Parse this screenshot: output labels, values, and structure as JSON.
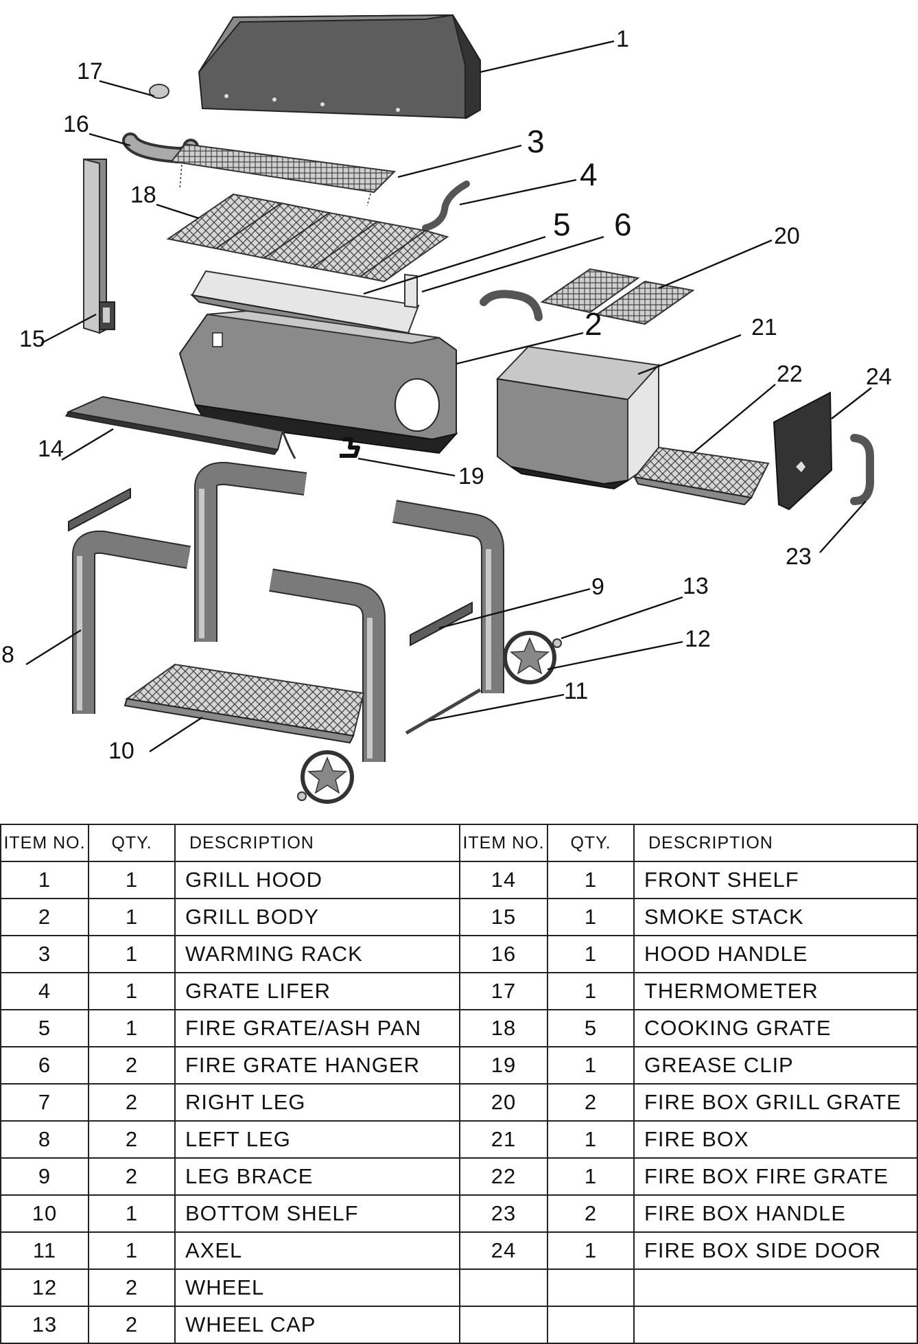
{
  "callouts": [
    "1",
    "2",
    "3",
    "4",
    "5",
    "6",
    "8",
    "9",
    "10",
    "11",
    "12",
    "13",
    "14",
    "15",
    "16",
    "17",
    "18",
    "19",
    "20",
    "21",
    "22",
    "23",
    "24"
  ],
  "table": {
    "headers": {
      "item_no": "ITEM NO.",
      "qty": "QTY.",
      "description": "DESCRIPTION"
    },
    "left": [
      {
        "item": "1",
        "qty": "1",
        "desc": "GRILL HOOD"
      },
      {
        "item": "2",
        "qty": "1",
        "desc": "GRILL BODY"
      },
      {
        "item": "3",
        "qty": "1",
        "desc": "WARMING RACK"
      },
      {
        "item": "4",
        "qty": "1",
        "desc": "GRATE LIFER"
      },
      {
        "item": "5",
        "qty": "1",
        "desc": "FIRE GRATE/ASH PAN"
      },
      {
        "item": "6",
        "qty": "2",
        "desc": "FIRE GRATE HANGER"
      },
      {
        "item": "7",
        "qty": "2",
        "desc": "RIGHT LEG"
      },
      {
        "item": "8",
        "qty": "2",
        "desc": "LEFT LEG"
      },
      {
        "item": "9",
        "qty": "2",
        "desc": "LEG BRACE"
      },
      {
        "item": "10",
        "qty": "1",
        "desc": "BOTTOM SHELF"
      },
      {
        "item": "11",
        "qty": "1",
        "desc": "AXEL"
      },
      {
        "item": "12",
        "qty": "2",
        "desc": "WHEEL"
      },
      {
        "item": "13",
        "qty": "2",
        "desc": "WHEEL CAP"
      }
    ],
    "right": [
      {
        "item": "14",
        "qty": "1",
        "desc": "FRONT SHELF"
      },
      {
        "item": "15",
        "qty": "1",
        "desc": "SMOKE STACK"
      },
      {
        "item": "16",
        "qty": "1",
        "desc": "HOOD HANDLE"
      },
      {
        "item": "17",
        "qty": "1",
        "desc": "THERMOMETER"
      },
      {
        "item": "18",
        "qty": "5",
        "desc": "COOKING GRATE"
      },
      {
        "item": "19",
        "qty": "1",
        "desc": "GREASE CLIP"
      },
      {
        "item": "20",
        "qty": "2",
        "desc": "FIRE BOX  GRILL GRATE"
      },
      {
        "item": "21",
        "qty": "1",
        "desc": "FIRE BOX"
      },
      {
        "item": "22",
        "qty": "1",
        "desc": "FIRE BOX  FIRE GRATE"
      },
      {
        "item": "23",
        "qty": "2",
        "desc": "FIRE BOX HANDLE"
      },
      {
        "item": "24",
        "qty": "1",
        "desc": "FIRE BOX SIDE DOOR"
      }
    ]
  },
  "colors": {
    "line": "#111111",
    "metal_dark": "#5d5d5d",
    "metal_mid": "#8a8a8a",
    "metal_light": "#c8c8c8"
  }
}
